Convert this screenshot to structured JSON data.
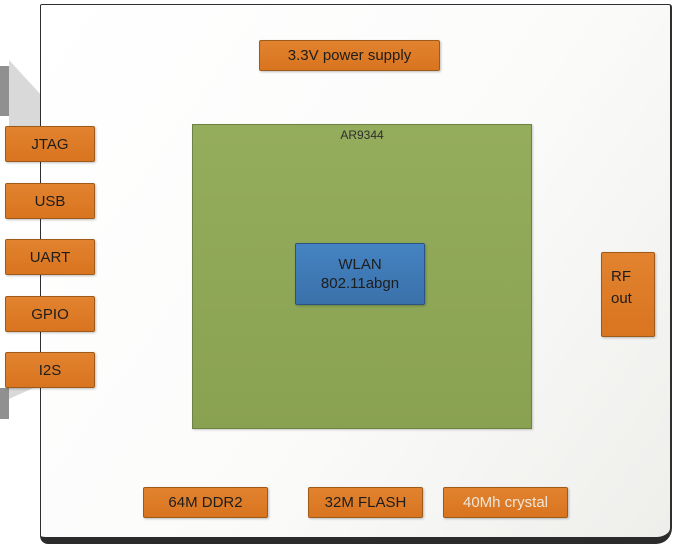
{
  "diagram": {
    "power": {
      "label": "3.3V power supply"
    },
    "chip": {
      "label": "AR9344"
    },
    "wlan": {
      "label_line1": "WLAN",
      "label_line2": "802.11abgn"
    },
    "left_ports": [
      {
        "id": "jtag",
        "label": "JTAG"
      },
      {
        "id": "usb",
        "label": "USB"
      },
      {
        "id": "uart",
        "label": "UART"
      },
      {
        "id": "gpio",
        "label": "GPIO"
      },
      {
        "id": "i2s",
        "label": "I2S"
      }
    ],
    "rf": {
      "label_line1": "RF",
      "label_line2": "out"
    },
    "bottom_components": [
      {
        "id": "ddr2",
        "label": "64M DDR2"
      },
      {
        "id": "flash",
        "label": "32M FLASH"
      },
      {
        "id": "crystal",
        "label": "40Mh crystal"
      }
    ],
    "colors": {
      "orange_fill": "#DD7A26",
      "orange_border": "#9E5A18",
      "green_fill": "#8FA857",
      "green_border": "#6D8344",
      "blue_fill": "#3F7BB8",
      "blue_border": "#2A5480",
      "page_border": "#2B2B2B"
    }
  }
}
